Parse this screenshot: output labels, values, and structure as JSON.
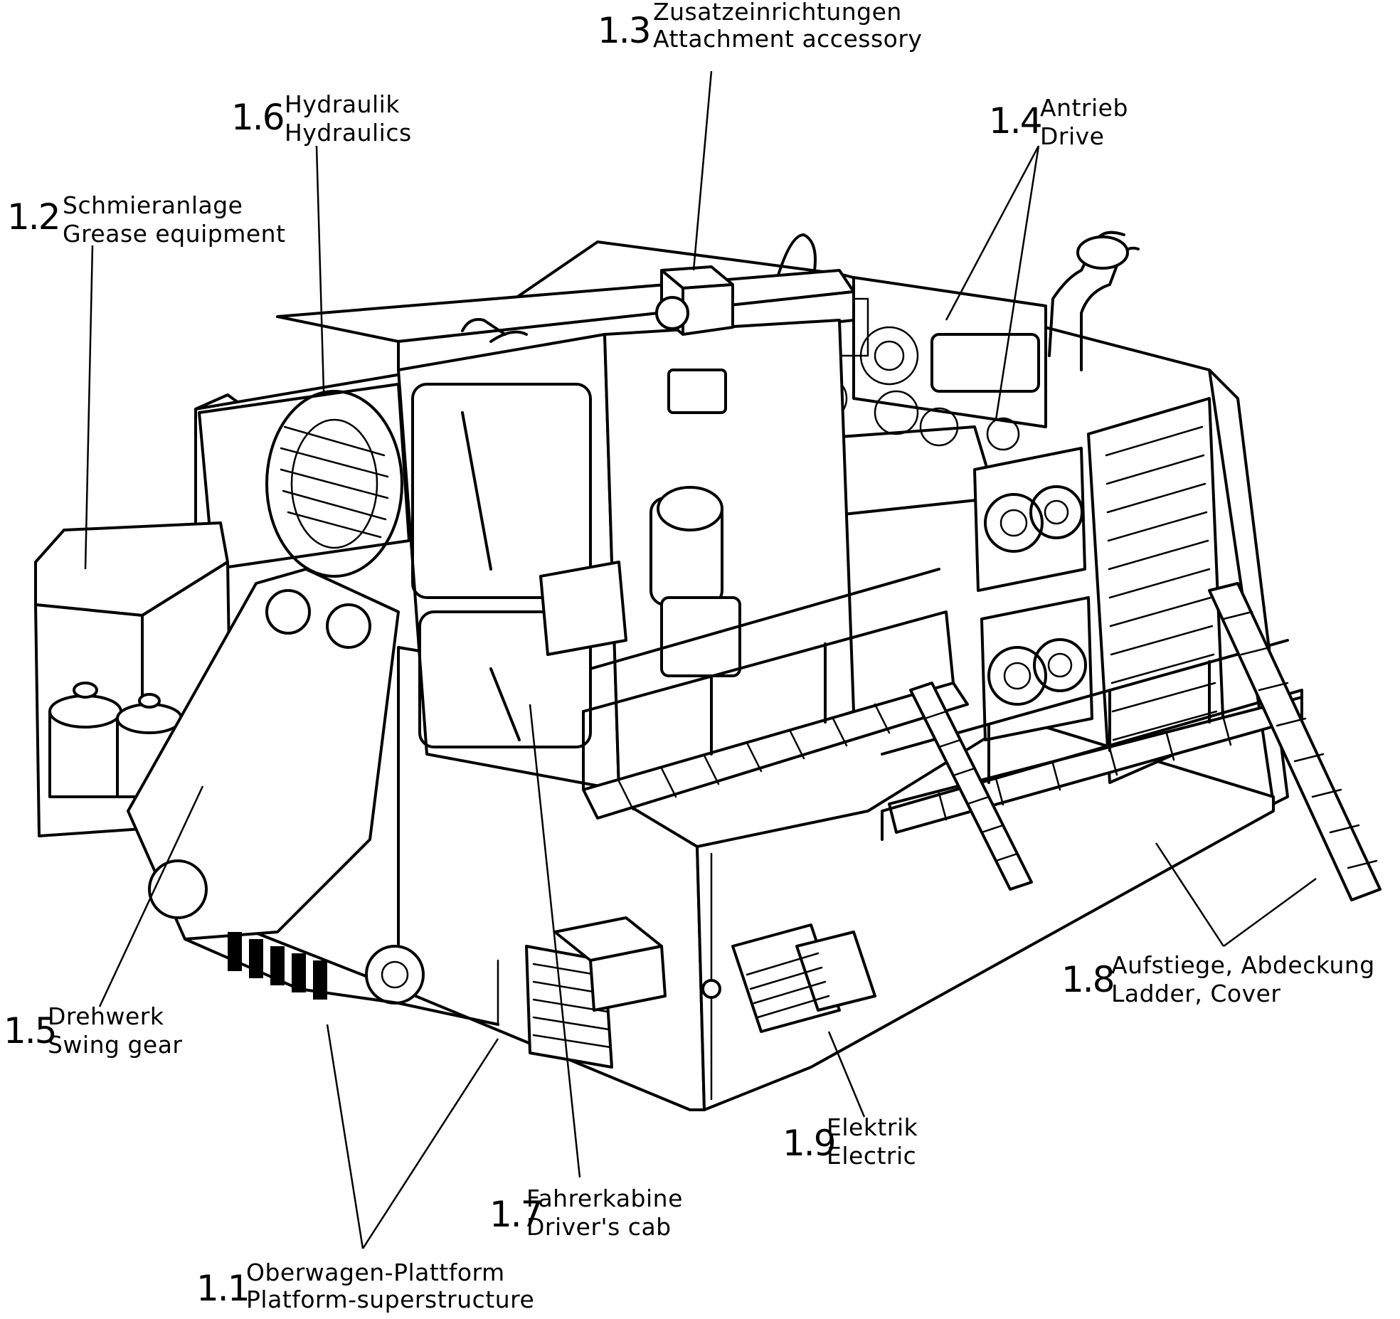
{
  "labels": [
    {
      "id": "1.1",
      "num": "1.1",
      "de": "Oberwagen-Plattform",
      "en": "Platform-superstructure"
    },
    {
      "id": "1.2",
      "num": "1.2",
      "de": "Schmieranlage",
      "en": "Grease equipment"
    },
    {
      "id": "1.3",
      "num": "1.3",
      "de": "Zusatzeinrichtungen",
      "en": "Attachment accessory"
    },
    {
      "id": "1.4",
      "num": "1.4",
      "de": "Antrieb",
      "en": "Drive"
    },
    {
      "id": "1.5",
      "num": "1.5",
      "de": "Drehwerk",
      "en": "Swing gear"
    },
    {
      "id": "1.6",
      "num": "1.6",
      "de": "Hydraulik",
      "en": "Hydraulics"
    },
    {
      "id": "1.7",
      "num": "1.7",
      "de": "Fahrerkabine",
      "en": "Driver's cab"
    },
    {
      "id": "1.8",
      "num": "1.8",
      "de": "Aufstiege, Abdeckung",
      "en": "Ladder, Cover"
    },
    {
      "id": "1.9",
      "num": "1.9",
      "de": "Elektrik",
      "en": "Electric"
    }
  ]
}
